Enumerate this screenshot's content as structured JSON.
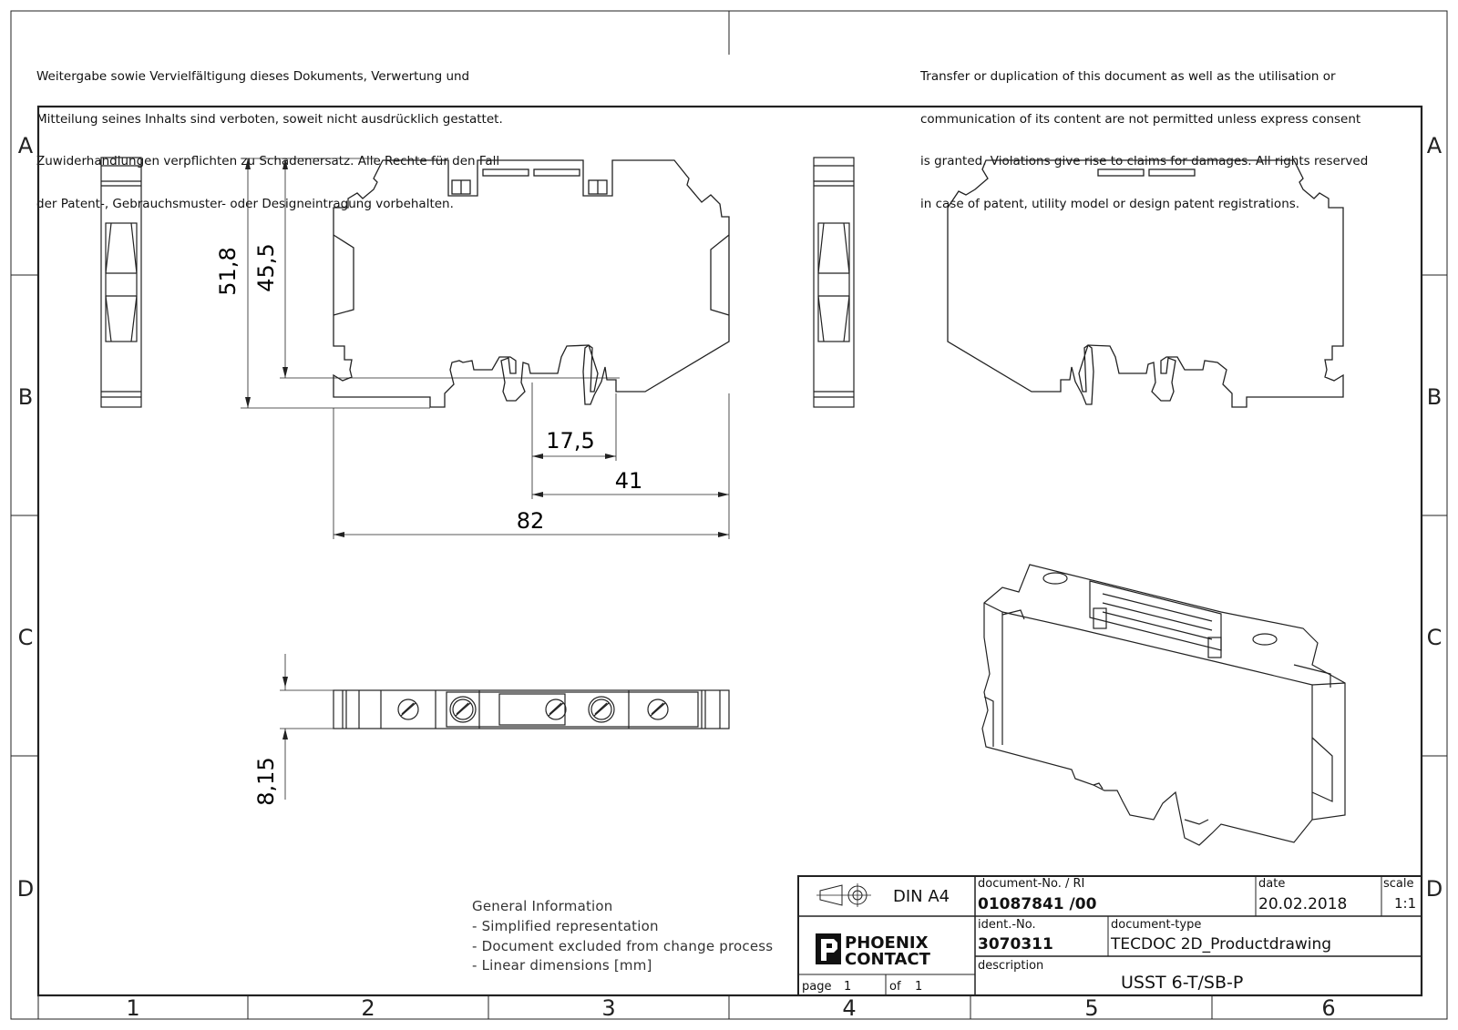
{
  "notice": {
    "de": [
      "Weitergabe sowie Vervielfältigung dieses Dokuments, Verwertung und",
      "Mitteilung seines Inhalts sind verboten, soweit nicht ausdrücklich gestattet.",
      "Zuwiderhandlungen verpflichten zu Schadenersatz. Alle Rechte für den Fall",
      "der Patent-, Gebrauchsmuster- oder Designeintragung vorbehalten."
    ],
    "en": [
      "Transfer or duplication of this document as well as the utilisation or",
      "communication of its content are not permitted unless express consent",
      "is granted. Violations give rise to claims for damages. All rights reserved",
      "in case of patent, utility model or design patent registrations."
    ]
  },
  "grid": {
    "rows": [
      "A",
      "B",
      "C",
      "D"
    ],
    "cols": [
      "1",
      "2",
      "3",
      "4",
      "5",
      "6"
    ]
  },
  "dimensions": {
    "height_total": "51,8",
    "height_inner": "45,5",
    "width_small": "17,5",
    "width_half": "41",
    "width_total": "82",
    "depth": "8,15"
  },
  "general_info": {
    "title": "General Information",
    "items": [
      "- Simplified representation",
      "- Document excluded from change process",
      "- Linear dimensions [mm]"
    ]
  },
  "title_block": {
    "format": "DIN A4",
    "docno_label": "document-No. / RI",
    "docno_value": "01087841 /00",
    "date_label": "date",
    "date_value": "20.02.2018",
    "scale_label": "scale",
    "scale_value": "1:1",
    "ident_label": "ident.-No.",
    "ident_value": "3070311",
    "doctype_label": "document-type",
    "doctype_value": "TECDOC 2D_Productdrawing",
    "desc_label": "description",
    "desc_value": "USST 6-T/SB-P",
    "page_label": "page",
    "page_value": "1",
    "of_label": "of",
    "of_value": "1",
    "logo_line1": "PHOENIX",
    "logo_line2": "CONTACT"
  }
}
